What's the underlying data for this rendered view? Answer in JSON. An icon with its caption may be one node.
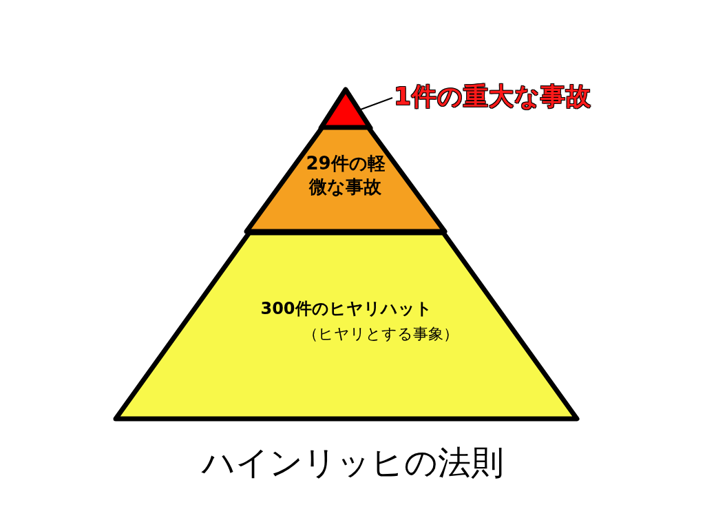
{
  "diagram": {
    "caption": "ハインリッヒの法則",
    "nodes": [
      {
        "text": [],
        "shape": "triangle"
      },
      {
        "text": [
          "1件の重大な事故"
        ]
      },
      {
        "text": [
          "29件の軽微な事故"
        ]
      },
      {
        "text": [
          "300件のヒヤリハット",
          "（ヒヤリとする事象）"
        ]
      }
    ],
    "edges": [
      {
        "from": 1,
        "to": 0,
        "arrow": "none"
      }
    ]
  }
}
